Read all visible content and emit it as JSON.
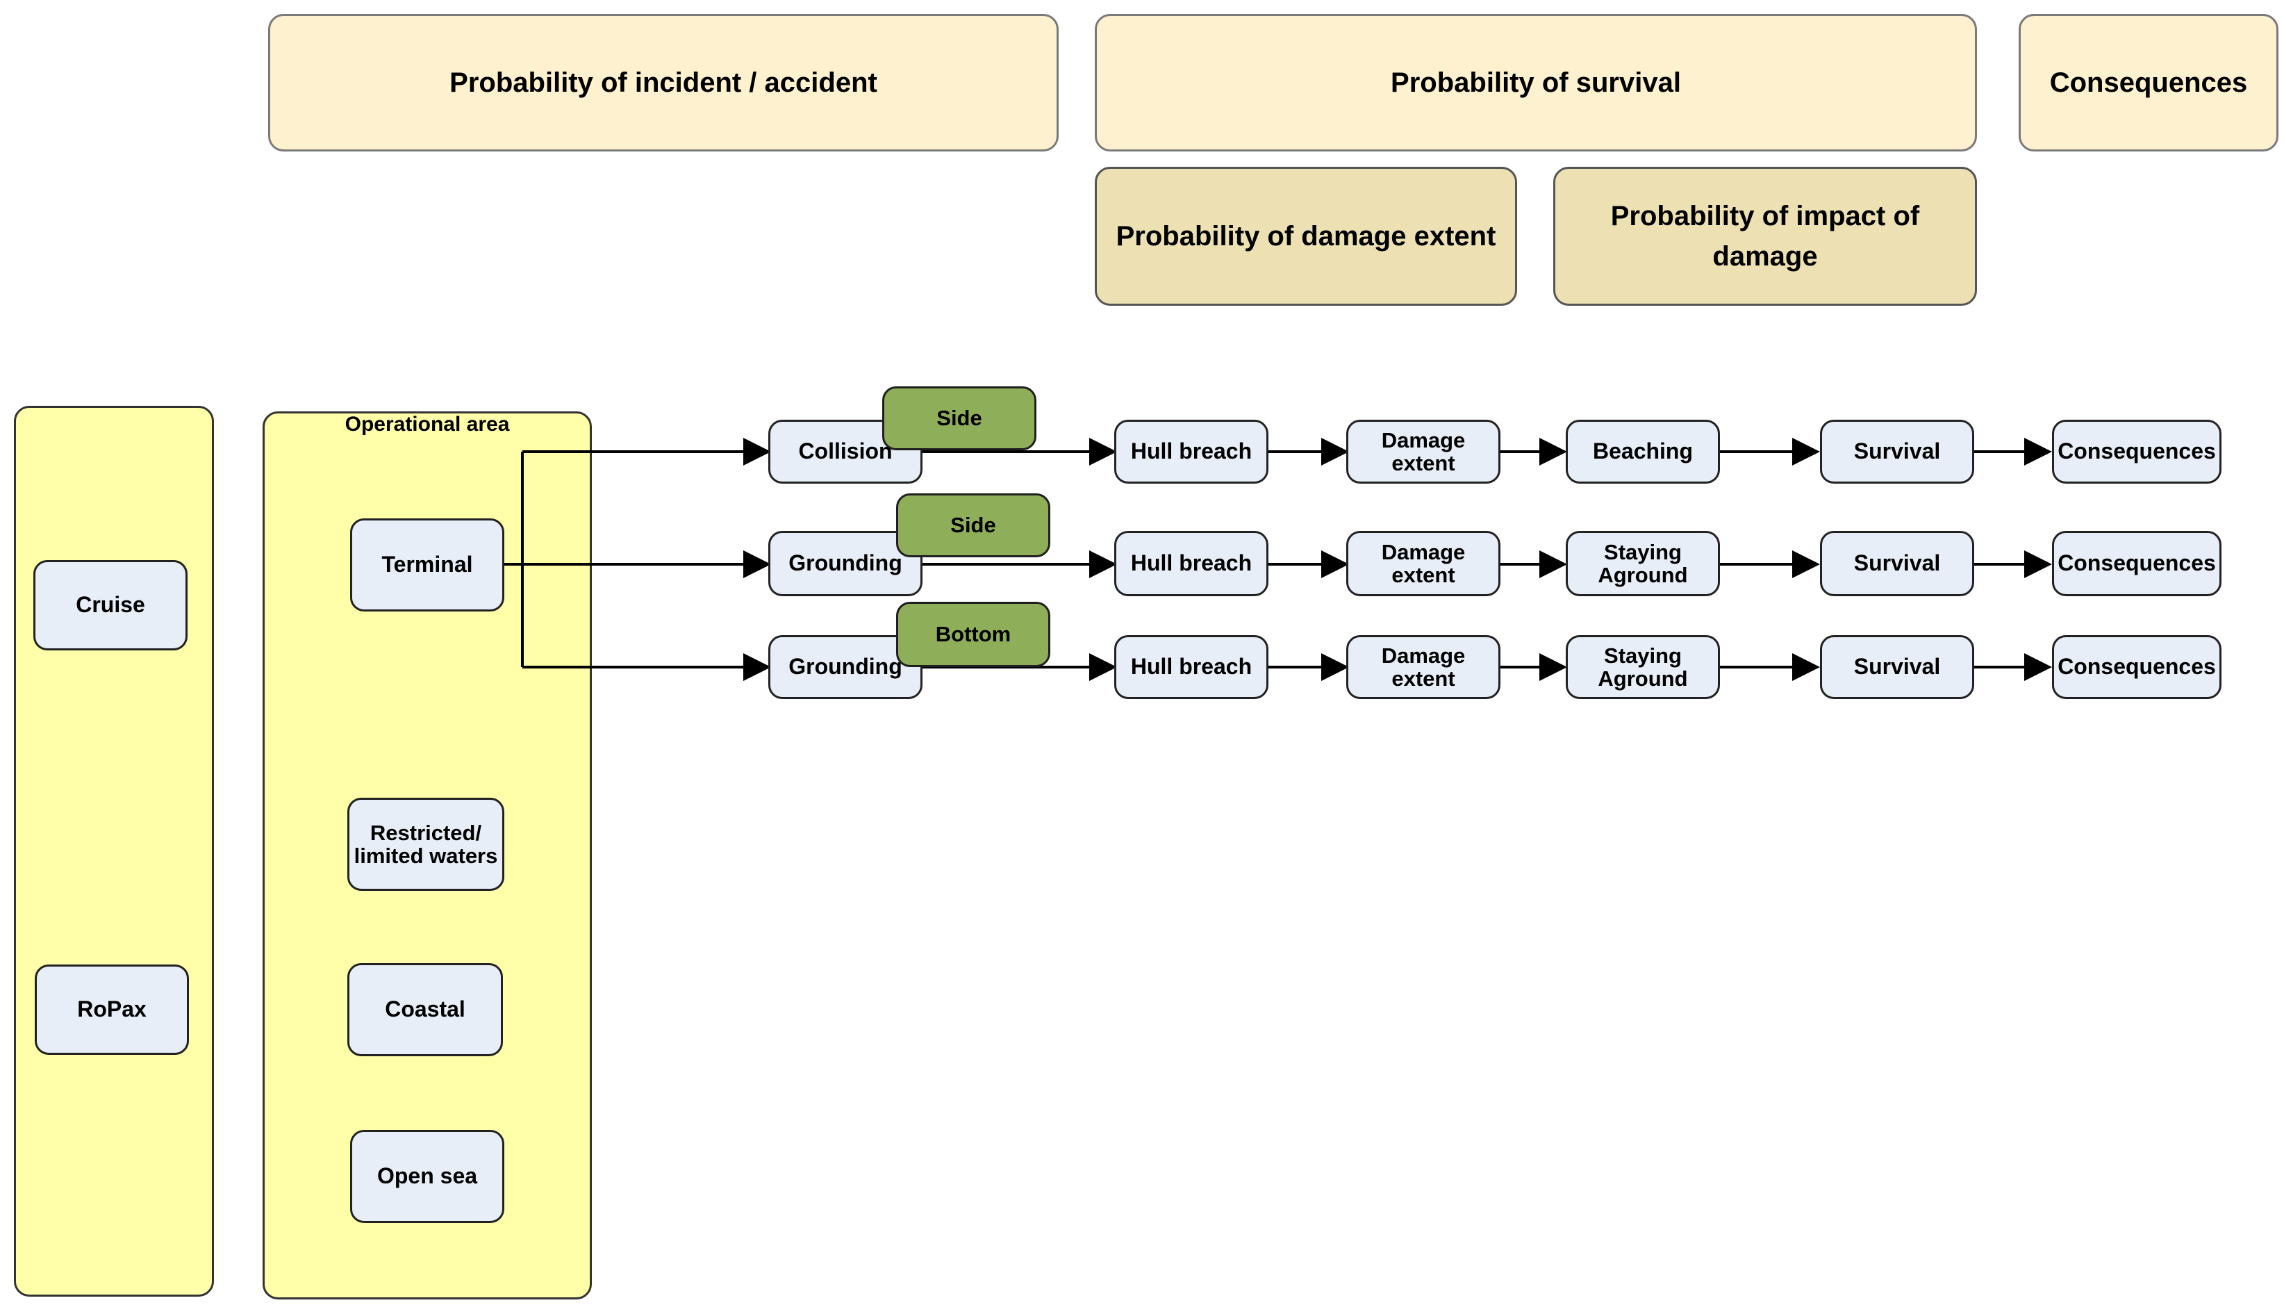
{
  "headers": {
    "incident": "Probability of incident / accident",
    "survival": "Probability of survival",
    "consequences": "Consequences",
    "damage_extent": "Probability of damage extent",
    "impact_of_damage": "Probability of impact of damage"
  },
  "ship_types": [
    "Cruise",
    "RoPax"
  ],
  "operational_area": {
    "title": "Operational area",
    "items": [
      "Terminal",
      "Restricted/ limited waters",
      "Coastal",
      "Open sea"
    ]
  },
  "chains": [
    {
      "incident": "Collision",
      "location": "Side",
      "steps": [
        "Hull breach",
        "Damage extent",
        "Beaching",
        "Survival",
        "Consequences"
      ]
    },
    {
      "incident": "Grounding",
      "location": "Side",
      "steps": [
        "Hull breach",
        "Damage extent",
        "Staying Aground",
        "Survival",
        "Consequences"
      ]
    },
    {
      "incident": "Grounding",
      "location": "Bottom",
      "steps": [
        "Hull breach",
        "Damage extent",
        "Staying Aground",
        "Survival",
        "Consequences"
      ]
    }
  ],
  "colors": {
    "header_fill": "#fdf1cf",
    "header_sub_fill": "#ede1b4",
    "panel_fill": "#ffffaa",
    "node_fill": "#e8eef7",
    "tag_fill": "#8fae5a"
  }
}
